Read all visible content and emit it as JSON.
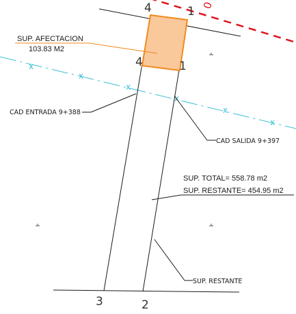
{
  "colors": {
    "background": "#ffffff",
    "lines": "#1a1a1a",
    "affectation_fill": "#f9c89b",
    "affectation_stroke": "#f08a1c",
    "leader_orange": "#f08a1c",
    "centerline": "#3bbfd6",
    "right_of_way": "#e0141e"
  },
  "labels": {
    "sup_afectacion_title": "SUP. AFECTACION",
    "sup_afectacion_value": "103.83 M2",
    "cad_entrada": "CAD ENTRADA 9+388",
    "cad_salida": "CAD SALIDA 9+397",
    "sup_total": "SUP. TOTAL= 558.78 m2",
    "sup_restante_value": "SUP. RESTANTE= 454.95 m2",
    "sup_restante": "SUP. RESTANTE"
  },
  "vertices": {
    "top_left": "4",
    "top_right": "1",
    "mid_left": "4",
    "mid_right": "1",
    "bottom_left": "3",
    "bottom_right": "2"
  },
  "markers": {
    "centerline_mark": "x",
    "row_mark_fragment": "0"
  }
}
